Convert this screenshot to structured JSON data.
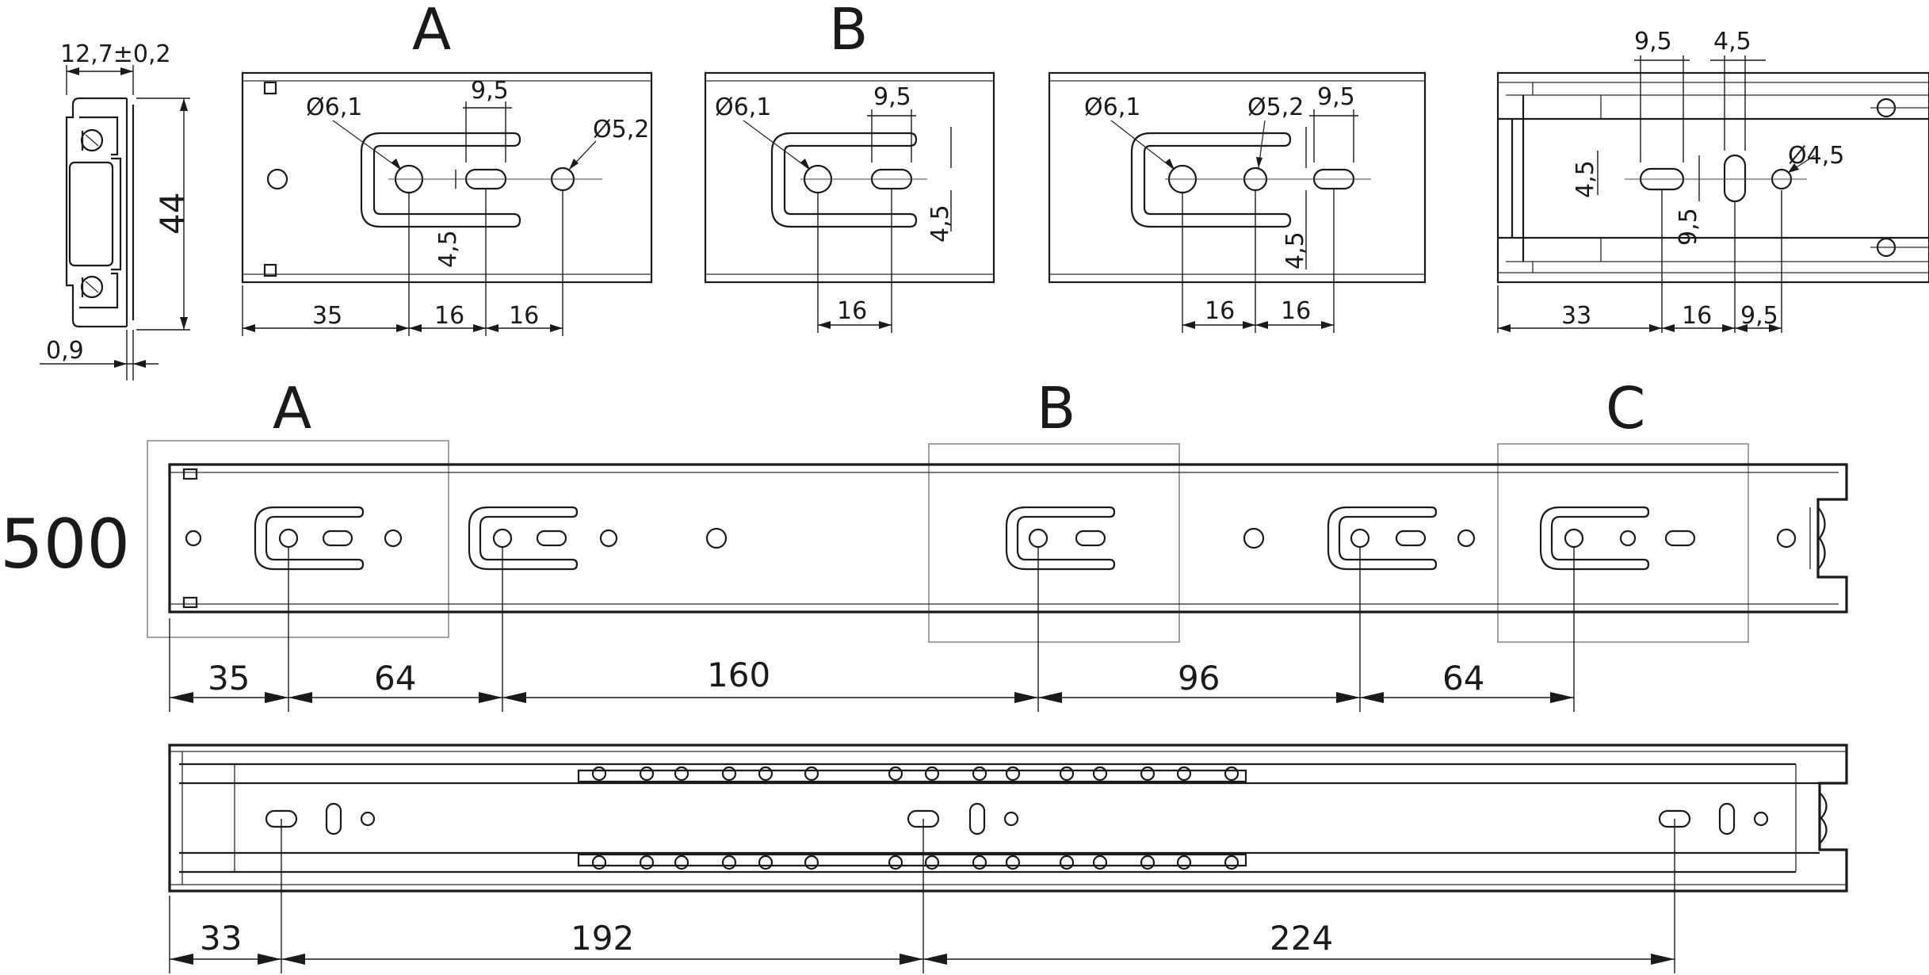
{
  "views": {
    "A": {
      "label": "A",
      "dia_big": "Ø6,1",
      "slot_w": "9,5",
      "dia_small": "Ø5,2",
      "slot_h": "4,5",
      "d1": "35",
      "d2": "16",
      "d3": "16"
    },
    "B": {
      "label": "B",
      "dia": "Ø6,1",
      "slot_w": "9,5",
      "slot_h": "4,5",
      "d1": "16"
    },
    "C_detail": {
      "dia_big": "Ø6,1",
      "dia_small": "Ø5,2",
      "slot_w": "9,5",
      "slot_h": "4,5",
      "d1": "16",
      "d2": "16"
    },
    "D_detail": {
      "slot1_w": "9,5",
      "slot2_w": "4,5",
      "dia": "Ø4,5",
      "slot1_h": "4,5",
      "slot2_h": "9,5",
      "d1": "33",
      "d2": "16",
      "d3": "9,5"
    }
  },
  "profile": {
    "width": "12,7±0,2",
    "height": "44",
    "thickness": "0,9"
  },
  "length": "500",
  "inner_rail": {
    "labels": {
      "a": "A",
      "b": "B",
      "c": "C"
    },
    "dims": [
      "35",
      "64",
      "160",
      "96",
      "64"
    ]
  },
  "outer_rail": {
    "dims": [
      "33",
      "192",
      "224"
    ]
  }
}
